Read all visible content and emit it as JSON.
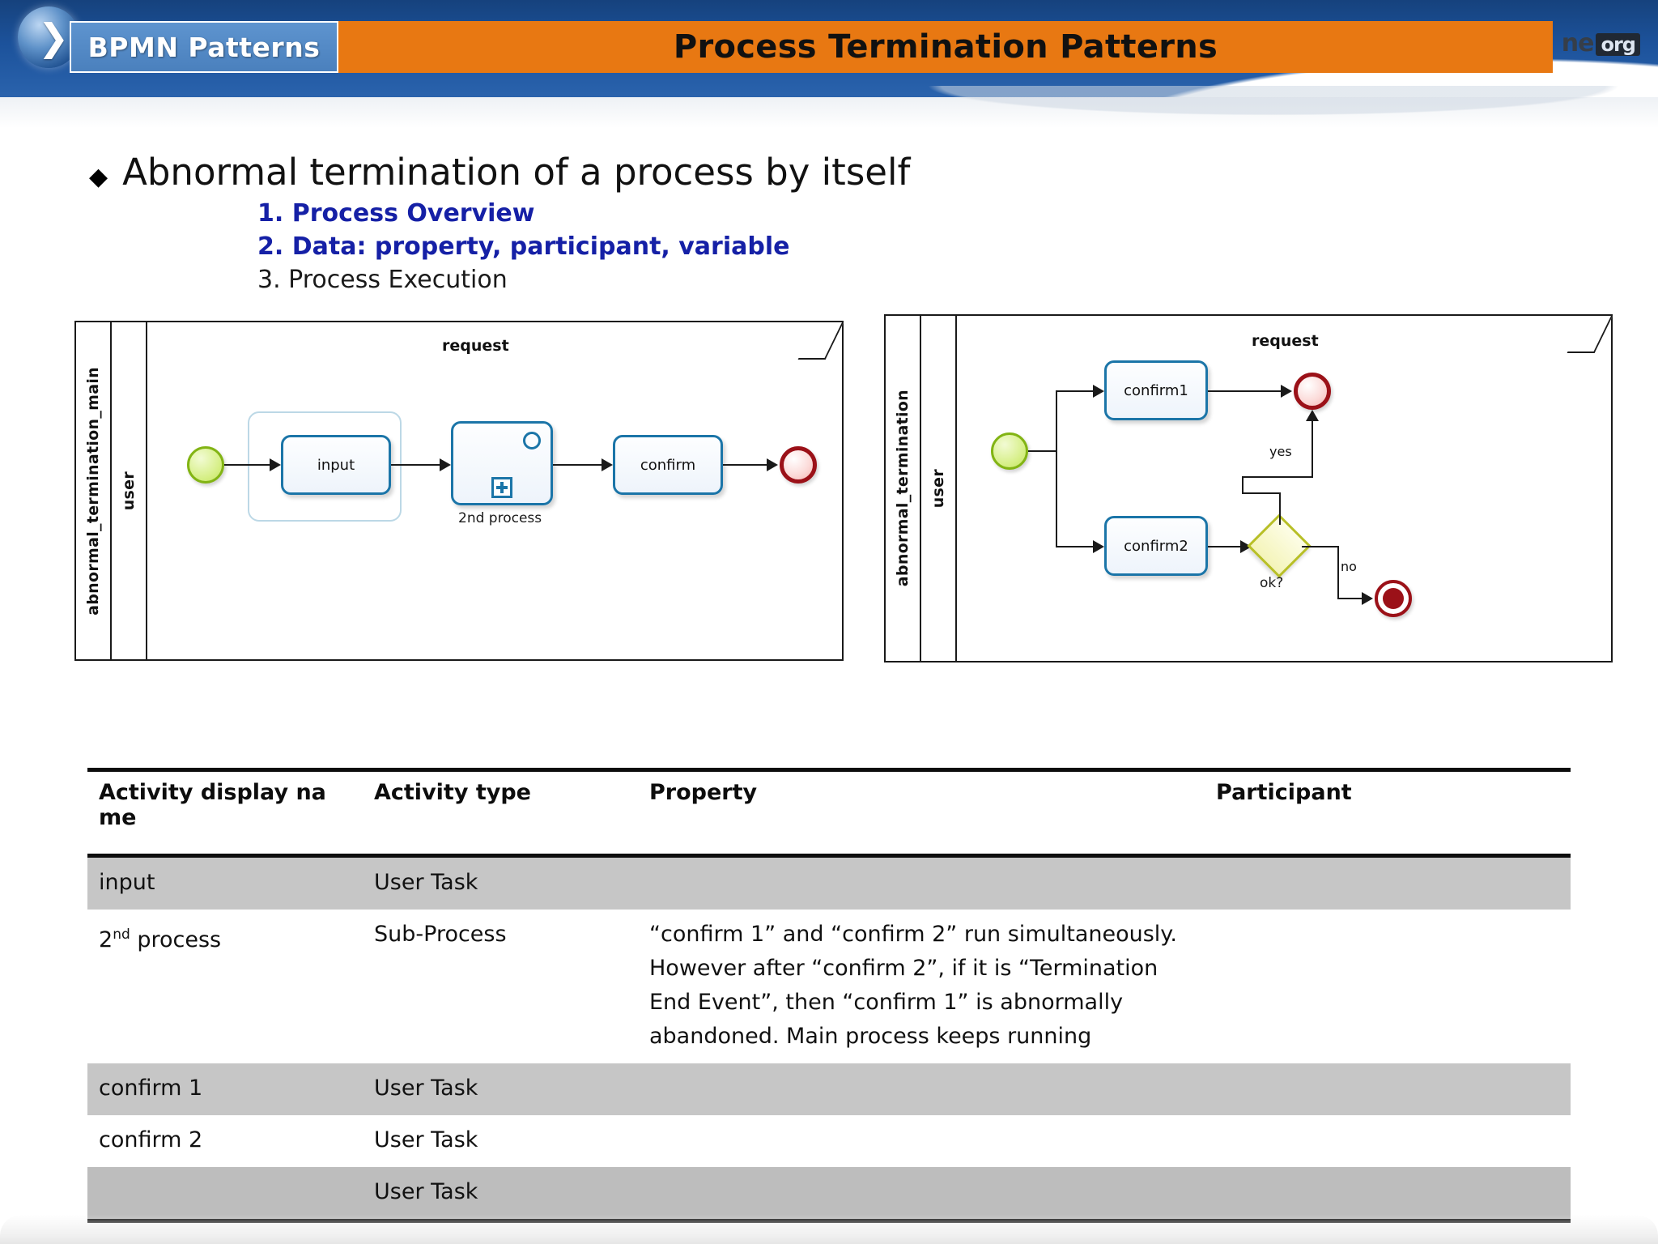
{
  "header": {
    "tab_label": "BPMN Patterns",
    "title": "Process Termination Patterns",
    "corner_logo_text": "ne",
    "corner_logo_badge": "org",
    "chevron_glyph": "❯"
  },
  "content": {
    "bullet_glyph": "◆",
    "bullet_text": "Abnormal termination of a process by itself",
    "sublist": [
      {
        "label": "1. Process Overview",
        "highlighted": true
      },
      {
        "label": "2. Data: property, participant, variable",
        "highlighted": true
      },
      {
        "label": "3. Process Execution",
        "highlighted": false
      }
    ]
  },
  "diagram_left": {
    "pool_name": "abnormal_termination_main",
    "lane_name": "user",
    "pool_title": "request",
    "start_event": "start-event",
    "task_input": "input",
    "subprocess_name": "2nd process",
    "task_confirm": "confirm",
    "end_event": "end-event"
  },
  "diagram_right": {
    "pool_name": "abnormal_termination",
    "lane_name": "user",
    "pool_title": "request",
    "start_event": "start-event",
    "task_confirm1": "confirm1",
    "task_confirm2": "confirm2",
    "gateway_label": "ok?",
    "flow_yes": "yes",
    "flow_no": "no",
    "end_event": "end-event",
    "terminate_event": "terminate-end-event"
  },
  "table": {
    "headers": [
      "Activity display na me",
      "Activity type",
      "Property",
      "Participant"
    ],
    "rows": [
      {
        "activity": "input",
        "type": "User Task",
        "property": "",
        "participant": "",
        "style": "shade"
      },
      {
        "activity": "2nd process",
        "activity_sup": "nd",
        "activity_pre": "2",
        "activity_post": " process",
        "type": "Sub-Process",
        "property": "“confirm 1” and “confirm 2” run simultaneously. However after “confirm 2”, if it is “Termination End Event”, then “confirm 1” is abnormally abandoned. Main process keeps running",
        "participant": "",
        "style": "plain"
      },
      {
        "activity": "confirm 1",
        "type": "User Task",
        "property": "",
        "participant": "",
        "style": "shade"
      },
      {
        "activity": "confirm 2",
        "type": "User Task",
        "property": "",
        "participant": "",
        "style": "plain"
      },
      {
        "activity": "",
        "type": "User Task",
        "property": "",
        "participant": "",
        "style": "last"
      }
    ]
  },
  "colors": {
    "header_blue": "#1c529b",
    "tab_blue": "#4a80bd",
    "accent_orange": "#e87812",
    "highlight_blue": "#1520a6",
    "task_border": "#1b75a8",
    "start_green": "#82b414",
    "end_red": "#9b1118",
    "gateway_yellow": "#b8bf27",
    "row_shade": "#c6c6c6"
  }
}
